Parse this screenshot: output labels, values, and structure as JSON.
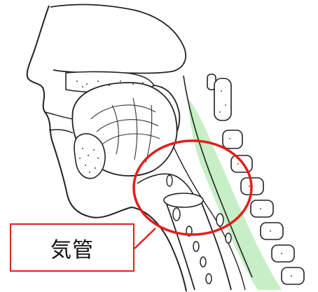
{
  "figure": {
    "callout_label": "気管",
    "colors": {
      "line": "#222222",
      "airway_highlight": "#c6efc6",
      "callout_red": "#e0201c",
      "bone_fill": "#ffffff"
    },
    "icons": [
      "head-sagittal-illustration",
      "trachea-highlight-circle"
    ]
  }
}
